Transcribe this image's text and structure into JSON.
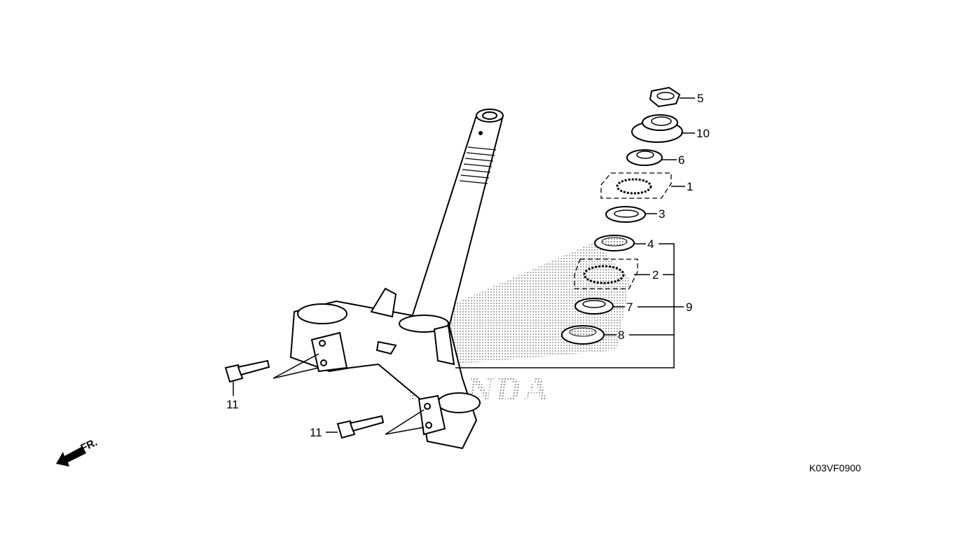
{
  "diagram": {
    "watermark": "HONDA",
    "direction_label": "FR.",
    "diagram_code": "K03VF0900",
    "callouts": {
      "c1": "1",
      "c2": "2",
      "c3": "3",
      "c4": "4",
      "c5": "5",
      "c6": "6",
      "c7": "7",
      "c8": "8",
      "c9": "9",
      "c10": "10",
      "c11a": "11",
      "c11b": "11"
    }
  }
}
